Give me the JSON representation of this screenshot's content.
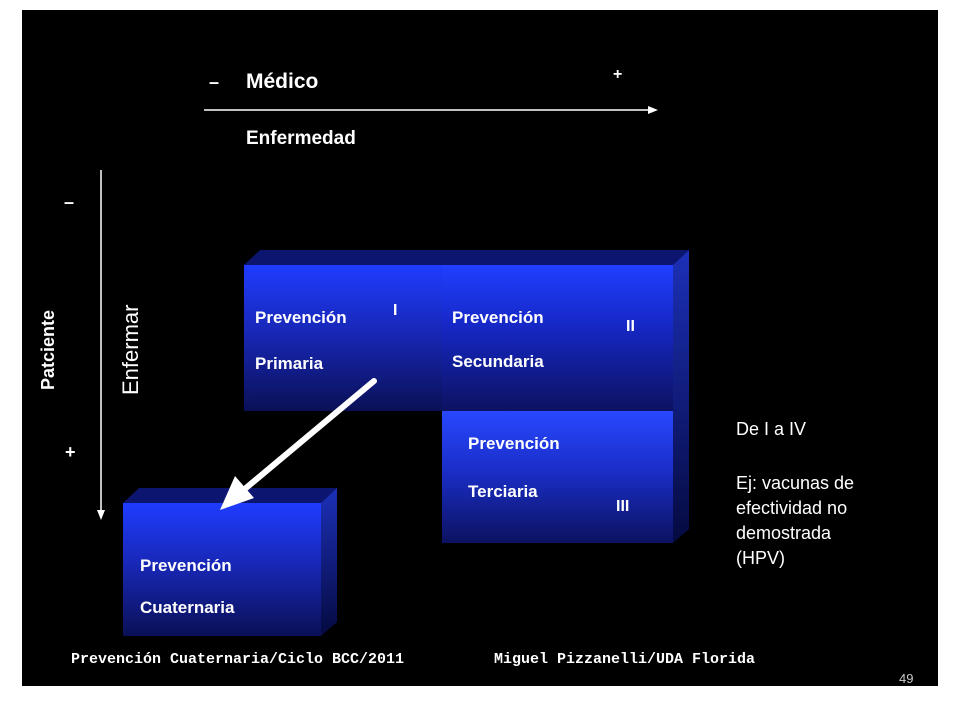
{
  "axes": {
    "horizontal": {
      "minus": "–",
      "title": "Médico",
      "plus": "+",
      "label": "Enfermedad"
    },
    "vertical": {
      "minus": "–",
      "title": "Patciente",
      "plus": "+",
      "label": "Enfermar"
    }
  },
  "boxes": {
    "primaria": {
      "line1": "Prevención",
      "line2": "Primaria",
      "numeral": "I"
    },
    "secundaria": {
      "line1": "Prevención",
      "line2": "Secundaria",
      "numeral": "II"
    },
    "terciaria": {
      "line1": "Prevención",
      "line2": "Terciaria",
      "numeral": "III"
    },
    "cuaternaria": {
      "line1": "Prevención",
      "line2": "Cuaternaria"
    }
  },
  "note": {
    "line1": "De I a IV",
    "line2": "Ej: vacunas de",
    "line3": "efectividad no",
    "line4": "demostrada",
    "line5": "(HPV)"
  },
  "footer": {
    "left": "Prevención Cuaternaria/Ciclo BCC/2011",
    "right": "Miguel Pizzanelli/UDA Florida",
    "page": "49"
  },
  "colors": {
    "background": "#000000",
    "box_blue": "#1e3cff",
    "text": "#ffffff"
  }
}
